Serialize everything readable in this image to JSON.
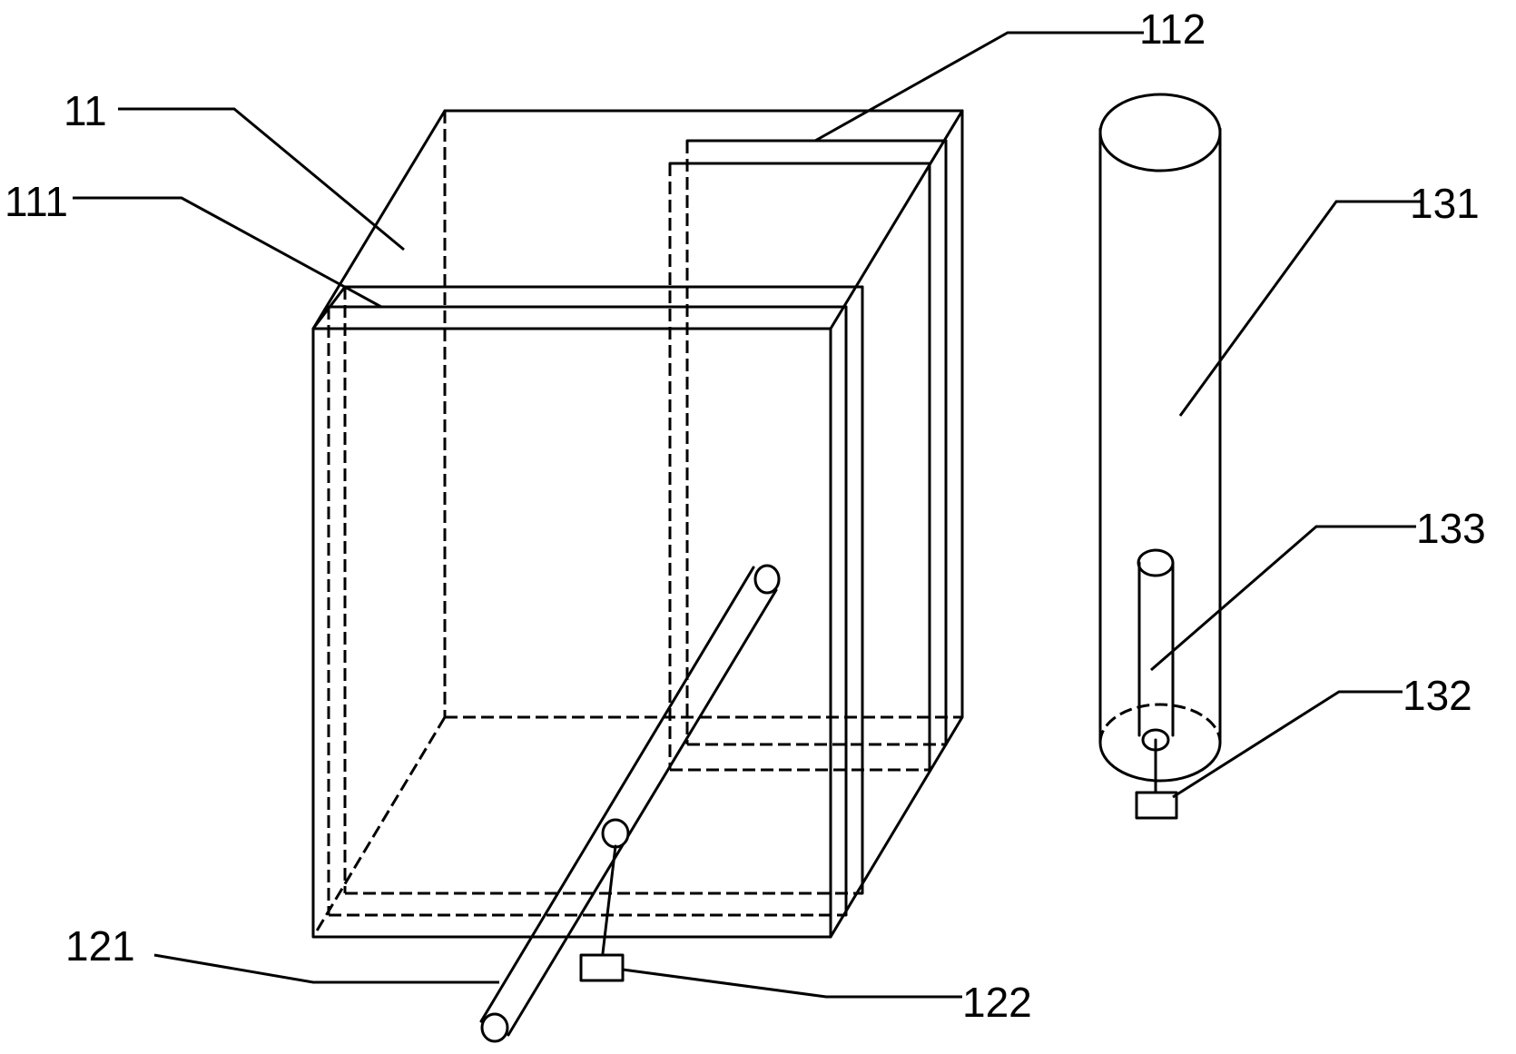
{
  "labels": {
    "tank_body": "11",
    "tank_wall_front": "111",
    "tank_wall_right": "112",
    "pipe": "121",
    "pipe_sensor": "122",
    "column": "131",
    "column_sensor": "132",
    "inner_tube": "133"
  }
}
